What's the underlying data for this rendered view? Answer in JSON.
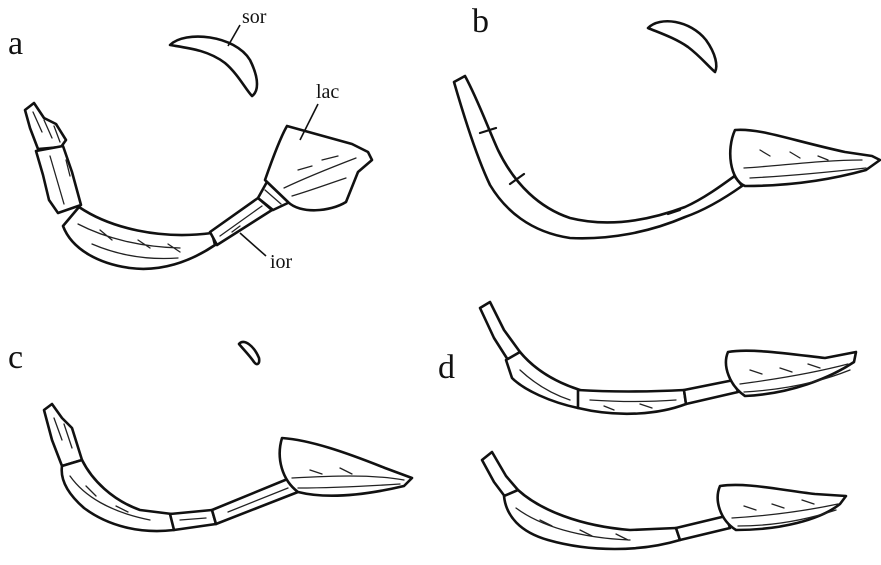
{
  "panels": [
    {
      "letter": "a"
    },
    {
      "letter": "b"
    },
    {
      "letter": "c"
    },
    {
      "letter": "d"
    }
  ],
  "labels": {
    "sor": "sor",
    "lac": "lac",
    "ior": "ior"
  }
}
